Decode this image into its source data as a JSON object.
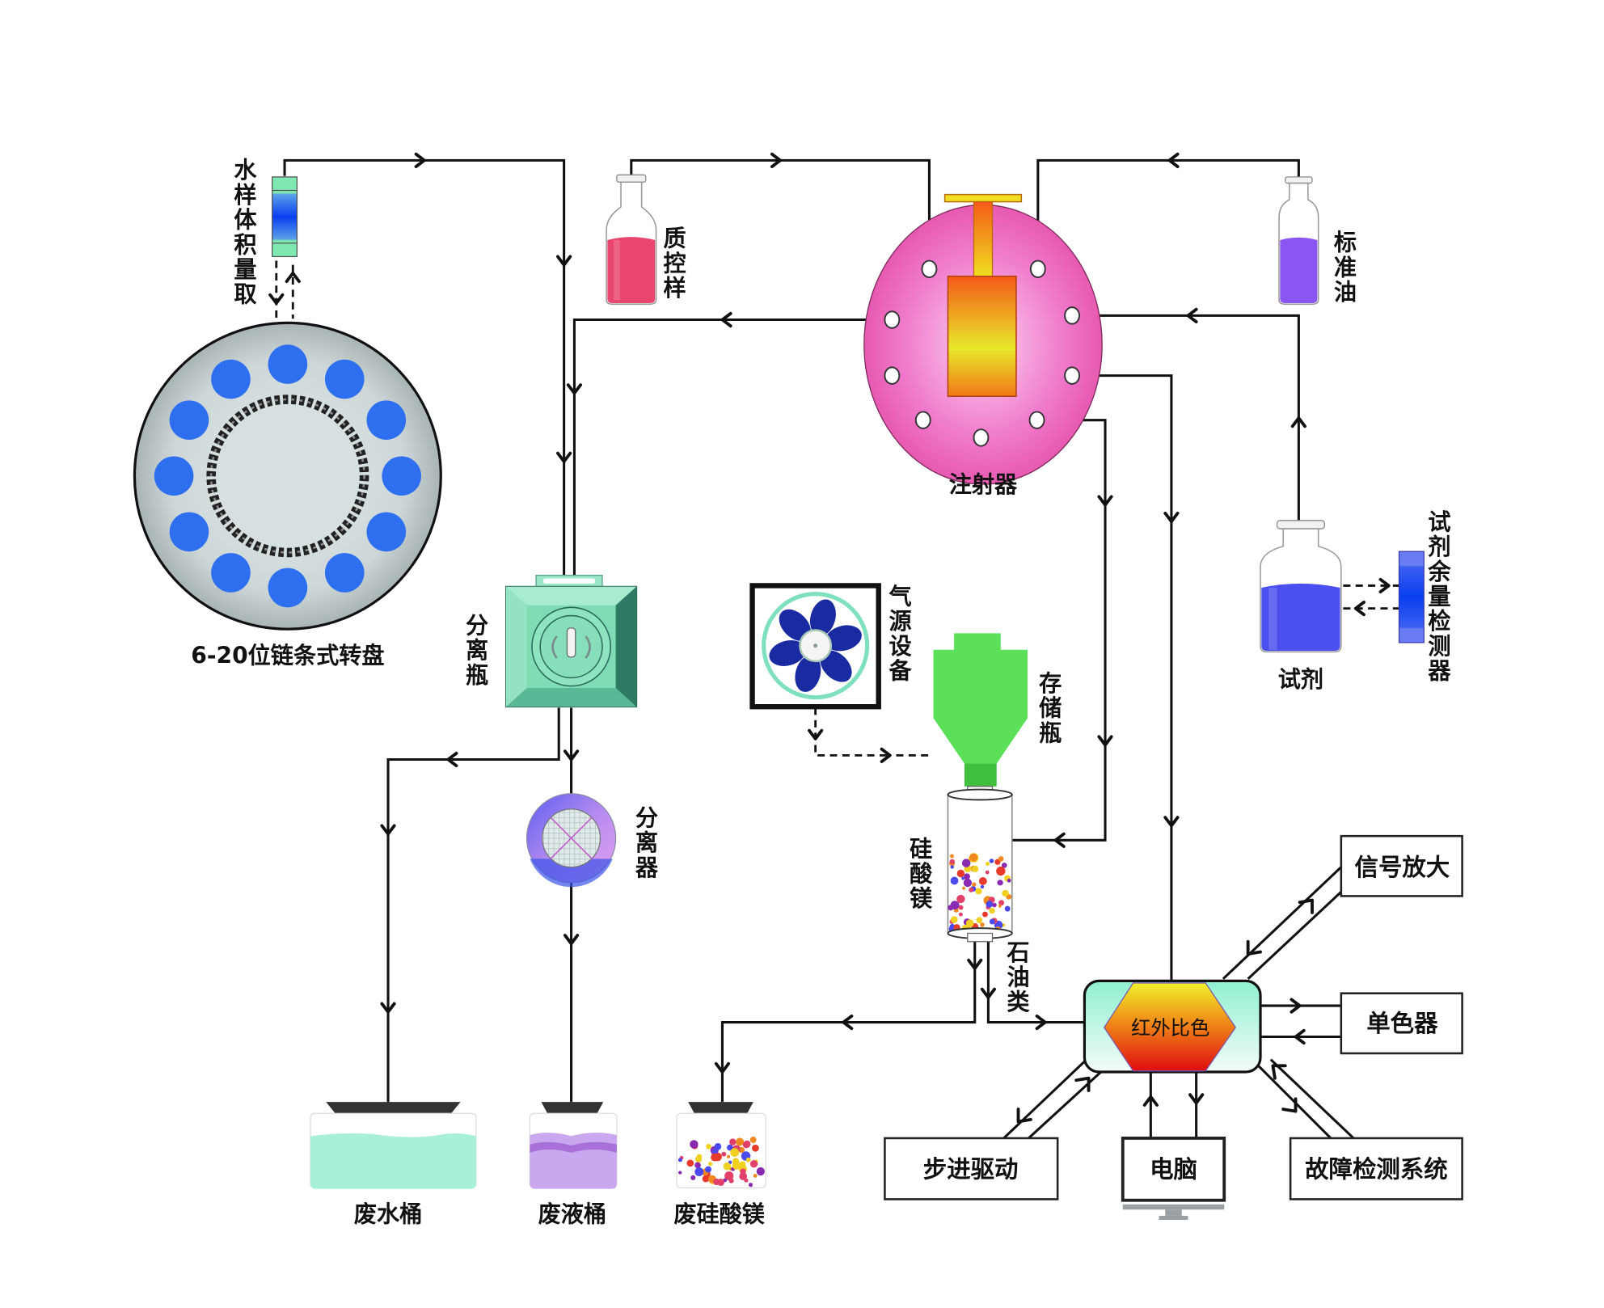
{
  "diagram": {
    "title": "",
    "colors": {
      "pipe": "#111111",
      "turntable_dot": "#2e6ff0",
      "syringe_body": "#ea5cb4",
      "qc_liquid": "#e8456f",
      "std_oil_liquid": "#8a55f0",
      "reagent_liquid": "#4b4ff0",
      "separator_bottle": "#7fdcb4",
      "storage_bottle": "#5ce05a",
      "waste_water": "#a8f0d8",
      "waste_liquid": "#c9a8f0",
      "ir_hex_top": "#f0e830",
      "ir_hex_bottom": "#e01818"
    },
    "labels": {
      "turntable": "6-20位链条式转盘",
      "water_sample_volume": "水样体积量取",
      "qc_sample": "质控样",
      "syringe": "注射器",
      "standard_oil": "标准油",
      "reagent": "试剂",
      "reagent_level_detector": "试剂余量检测器",
      "separation_bottle": "分离瓶",
      "separator": "分离器",
      "gas_source": "气源设备",
      "storage_bottle": "存储瓶",
      "magnesium_silicate": "硅酸镁",
      "petroleum": "石油类",
      "waste_water_bucket": "废水桶",
      "waste_liquid_bucket": "废液桶",
      "waste_magnesium_silicate": "废硅酸镁",
      "ir_colorimetry": "红外比色",
      "signal_amplifier": "信号放大",
      "monochromator": "单色器",
      "stepper_drive": "步进驱动",
      "computer": "电脑",
      "fault_detection": "故障检测系统"
    },
    "turntable_positions": 12
  }
}
